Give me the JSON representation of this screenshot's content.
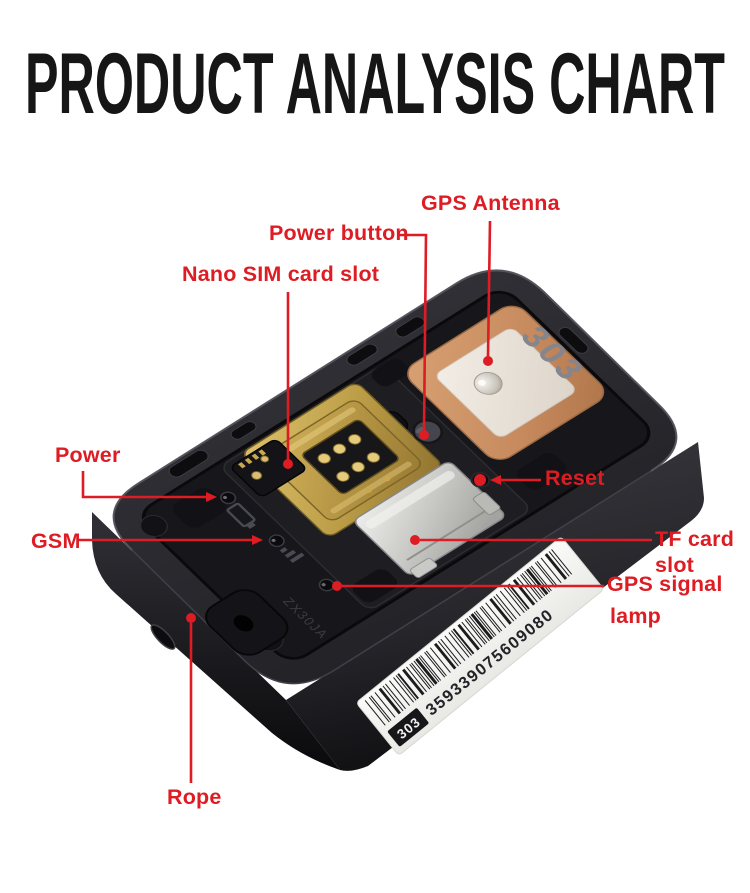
{
  "page": {
    "title": "PRODUCT ANALYSIS CHART",
    "title_color": "#161616",
    "background_color": "#ffffff",
    "accent_color": "#dd1c23"
  },
  "labels": {
    "gps_antenna": "GPS Antenna",
    "power_button": "Power button",
    "nano_sim_card_slot": "Nano SIM card slot",
    "power": "Power",
    "gsm": "GSM",
    "reset": "Reset",
    "tf_card_slot_line1": "TF card",
    "tf_card_slot_line2": "slot",
    "gps_signal_lamp_line1": "GPS signal",
    "gps_signal_lamp_line2": "lamp",
    "rope": "Rope"
  },
  "device": {
    "antenna_marking": "303",
    "barcode": {
      "prefix": "303",
      "number": "359339075609080"
    },
    "molded_case_text": "ZX30JA",
    "colors": {
      "body": "#2b2b30",
      "interior": "#17171b",
      "antenna_copper": "#c98e63",
      "antenna_ceramic": "#ece6df",
      "sim_gold": "#c3a44e",
      "tf_silver": "#cfcfcd",
      "barcode_label": "#f5f5f3"
    }
  }
}
